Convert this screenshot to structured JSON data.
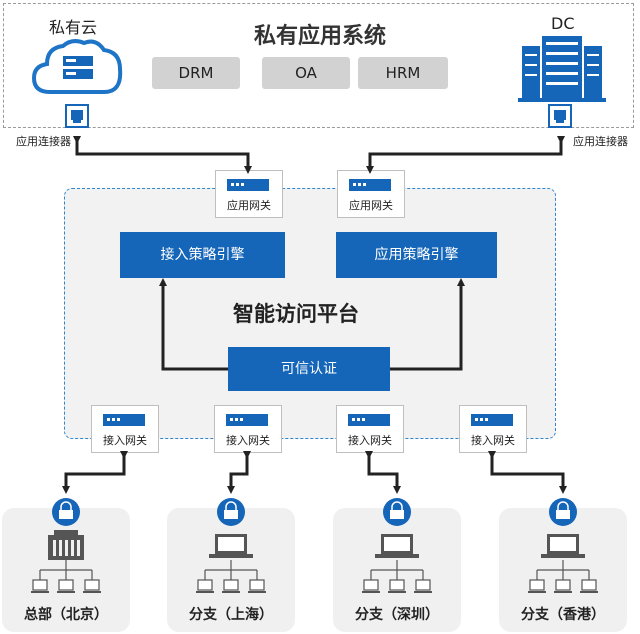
{
  "top": {
    "title": "私有应用系统",
    "private_cloud": "私有云",
    "dc": "DC",
    "apps": [
      "DRM",
      "OA",
      "HRM"
    ],
    "connector_label": "应用连接器"
  },
  "platform": {
    "title": "智能访问平台",
    "app_gateway_label": "应用网关",
    "access_gateway_label": "接入网关",
    "access_engine": "接入策略引擎",
    "app_engine": "应用策略引擎",
    "trust_auth": "可信认证"
  },
  "branches": [
    "总部（北京）",
    "分支（上海）",
    "分支（深圳）",
    "分支（香港）"
  ],
  "colors": {
    "brand_blue": "#1565b8",
    "border_blue": "#2f86cf",
    "grey_button": "#d2d2d2"
  }
}
